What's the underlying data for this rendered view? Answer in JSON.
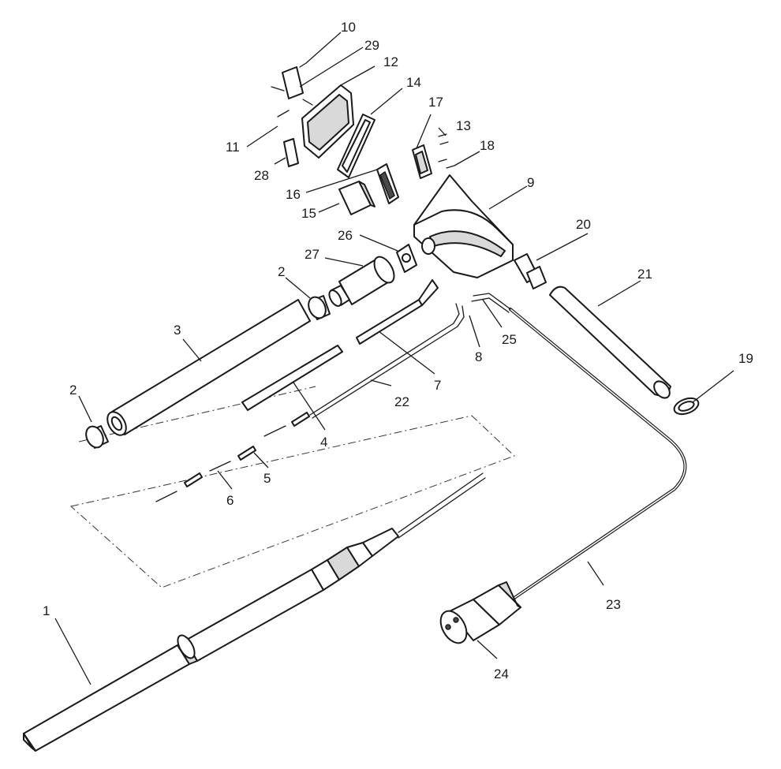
{
  "callouts": {
    "c1": "1",
    "c2a": "2",
    "c2b": "2",
    "c3": "3",
    "c4": "4",
    "c5": "5",
    "c6": "6",
    "c7": "7",
    "c8": "8",
    "c9": "9",
    "c10": "10",
    "c11": "11",
    "c12": "12",
    "c13": "13",
    "c14": "14",
    "c15": "15",
    "c16": "16",
    "c17": "17",
    "c18": "18",
    "c19": "19",
    "c20": "20",
    "c21": "21",
    "c22": "22",
    "c23": "23",
    "c24": "24",
    "c25": "25",
    "c26": "26",
    "c27": "27",
    "c28": "28",
    "c29": "29"
  }
}
